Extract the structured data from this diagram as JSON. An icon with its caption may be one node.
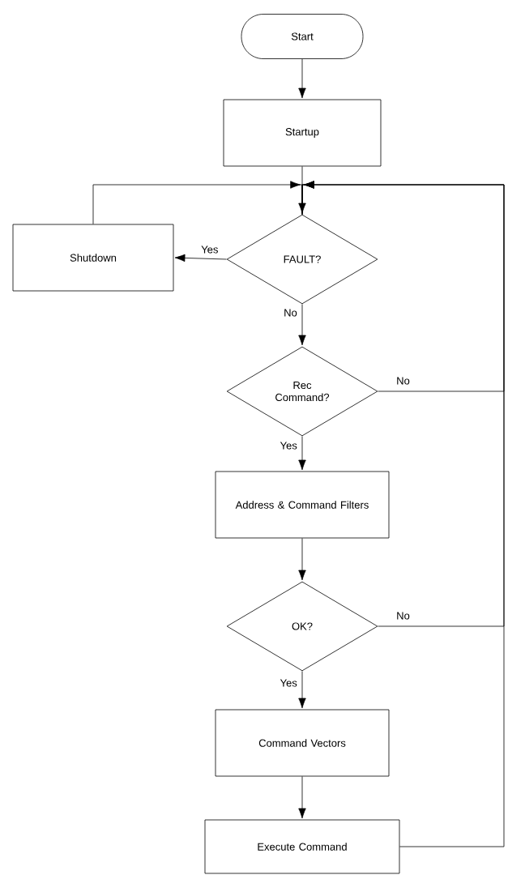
{
  "diagram": {
    "nodes": [
      {
        "text": [
          "Start"
        ]
      },
      {
        "text": [
          "Startup"
        ]
      },
      {
        "text": [
          "Shutdown"
        ]
      },
      {
        "text": [
          "FAULT?"
        ]
      },
      {
        "text": [
          "Rec Command?"
        ]
      },
      {
        "text": [
          "Address & Command Filters"
        ]
      },
      {
        "text": [
          "OK?"
        ]
      },
      {
        "text": [
          "Command Vectors"
        ]
      },
      {
        "text": [
          "Execute Command"
        ]
      }
    ],
    "edges": [
      {
        "from": 0,
        "to": 1,
        "arrow": "to"
      },
      {
        "from": 1,
        "to": 3,
        "arrow": "to"
      },
      {
        "from": 3,
        "to": 2,
        "arrow": "to",
        "label": "Yes"
      },
      {
        "from": 2,
        "to": 3,
        "arrow": "to"
      },
      {
        "from": 3,
        "to": 4,
        "arrow": "to",
        "label": "No"
      },
      {
        "from": 4,
        "to": 3,
        "arrow": "to",
        "label": "No"
      },
      {
        "from": 4,
        "to": 5,
        "arrow": "to",
        "label": "Yes"
      },
      {
        "from": 5,
        "to": 6,
        "arrow": "to"
      },
      {
        "from": 6,
        "to": 3,
        "arrow": "to",
        "label": "No"
      },
      {
        "from": 6,
        "to": 7,
        "arrow": "to",
        "label": "Yes"
      },
      {
        "from": 7,
        "to": 8,
        "arrow": "to"
      },
      {
        "from": 8,
        "to": 3,
        "arrow": "to"
      }
    ]
  }
}
